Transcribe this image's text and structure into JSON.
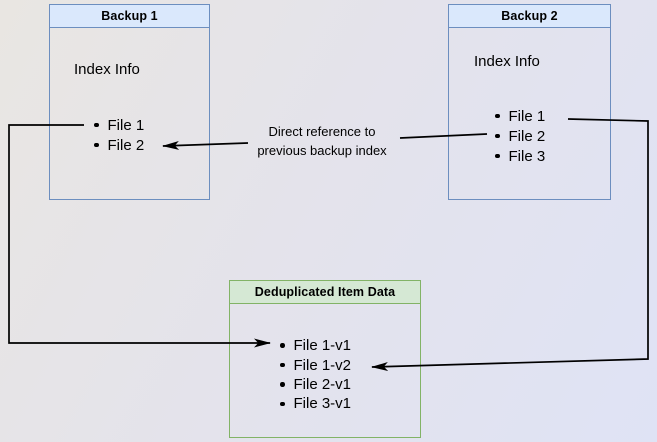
{
  "diagram": {
    "backup1": {
      "title": "Backup 1",
      "index_label": "Index Info",
      "files": [
        "File 1",
        "File 2"
      ]
    },
    "backup2": {
      "title": "Backup 2",
      "index_label": "Index Info",
      "files": [
        "File 1",
        "File 2",
        "File 3"
      ]
    },
    "dedup": {
      "title": "Deduplicated Item Data",
      "files": [
        "File 1-v1",
        "File 1-v2",
        "File 2-v1",
        "File 3-v1"
      ]
    },
    "annotation": {
      "line1": "Direct reference to",
      "line2": "previous backup index"
    },
    "colors": {
      "backup_header_fill": "#dae8fc",
      "backup_border": "#6c8ebf",
      "dedup_header_fill": "#d5e8d4",
      "dedup_border": "#82b366",
      "arrow": "#000000",
      "background_top_left": "#e9e6e2",
      "background_bottom_right": "#dfe3f5"
    }
  }
}
